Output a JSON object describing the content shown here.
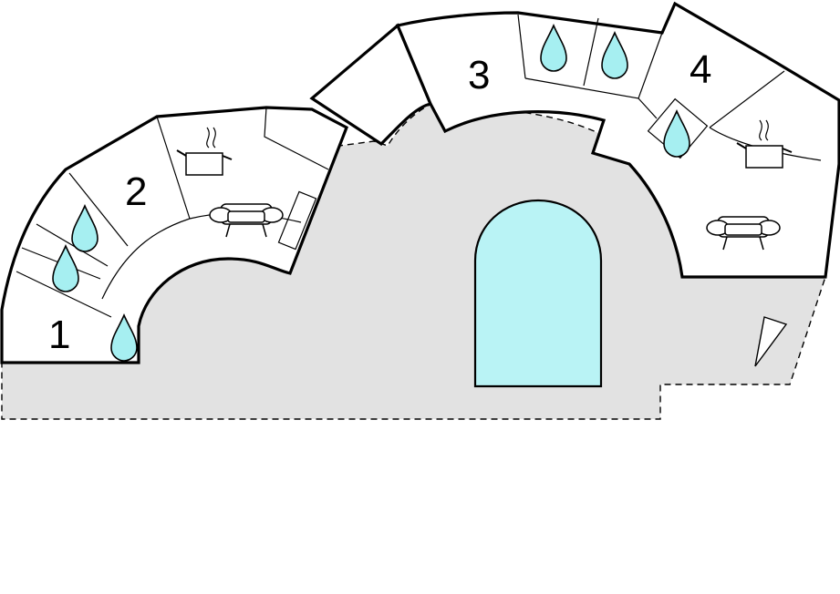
{
  "rooms": [
    {
      "label": "1"
    },
    {
      "label": "2"
    },
    {
      "label": "3"
    },
    {
      "label": "4"
    }
  ],
  "icons": {
    "bathroom": "water-drop-icon",
    "kitchen": "cooking-pot-icon",
    "living": "sofa-icon"
  },
  "colors": {
    "terrace": "#e2e2e2",
    "pool": "#b9f3f5",
    "water_drop": "#a6eff1",
    "walls": "#000000",
    "rooms": "#ffffff"
  }
}
